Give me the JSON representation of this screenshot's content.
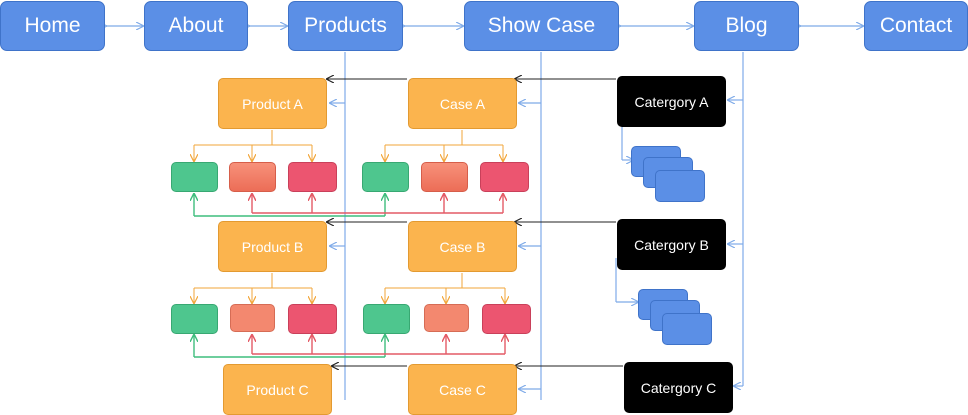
{
  "nav": {
    "home": "Home",
    "about": "About",
    "products": "Products",
    "show_case": "Show Case",
    "blog": "Blog",
    "contact": "Contact"
  },
  "products": {
    "a": "Product A",
    "b": "Product B",
    "c": "Product C"
  },
  "cases": {
    "a": "Case A",
    "b": "Case B",
    "c": "Case C"
  },
  "categories": {
    "a": "Catergory A",
    "b": "Catergory B",
    "c": "Catergory C"
  },
  "colors": {
    "nav_blue": "#5b8fe6",
    "connector_blue": "#7eaae8",
    "orange": "#fbb44e",
    "category_black": "#000000",
    "green": "#4ec68e",
    "salmon": "#f3886f",
    "red": "#ec5570"
  }
}
